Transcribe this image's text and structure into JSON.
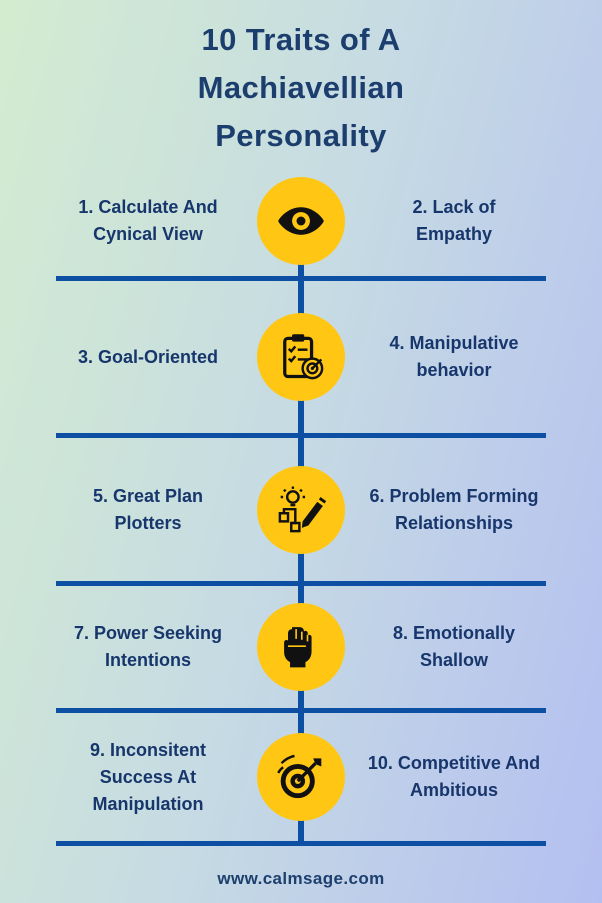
{
  "title_lines": [
    "10 Traits of A",
    "Machiavellian",
    "Personality"
  ],
  "rows": [
    {
      "left": "1. Calculate And\nCynical View",
      "icon": "eye-icon",
      "right": "2. Lack of\nEmpathy"
    },
    {
      "left": "3. Goal-Oriented",
      "icon": "checklist-target-icon",
      "right": "4. Manipulative\nbehavior"
    },
    {
      "left": "5. Great Plan\nPlotters",
      "icon": "idea-plan-icon",
      "right": "6. Problem Forming\nRelationships"
    },
    {
      "left": "7. Power Seeking\nIntentions",
      "icon": "raised-fist-icon",
      "right": "8. Emotionally\nShallow"
    },
    {
      "left": "9. Inconsitent\nSuccess At\nManipulation",
      "icon": "dart-target-icon",
      "right": "10. Competitive And\nAmbitious"
    }
  ],
  "footer": {
    "url": "www.calmsage.com"
  },
  "colors": {
    "background_gradient_start": "#d3ecd0",
    "background_gradient_end": "#b4bff1",
    "heading_text": "#1c3e6e",
    "body_text": "#17366b",
    "line_blue": "#0d4fa3",
    "circle_yellow": "#ffc714",
    "icon_black": "#111111"
  }
}
